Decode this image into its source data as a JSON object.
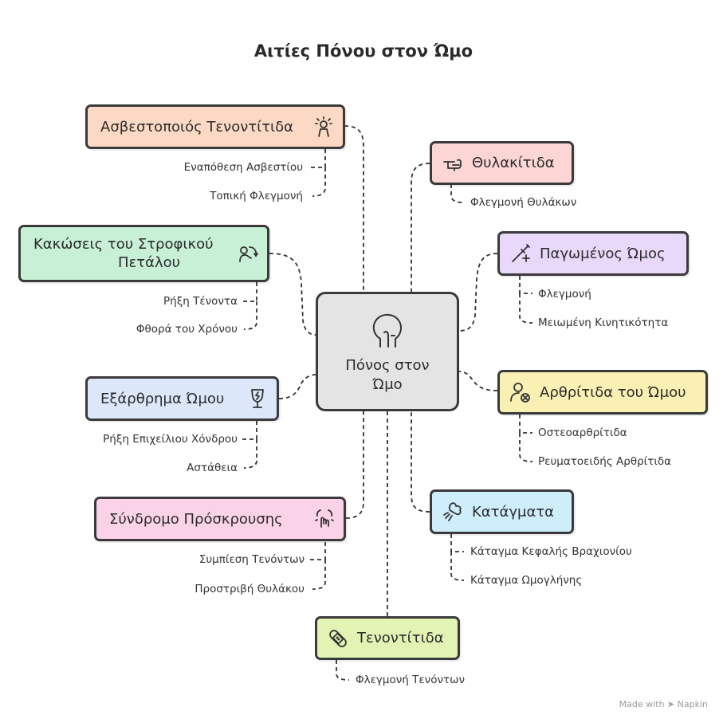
{
  "title": "Αιτίες Πόνου στον Ώμο",
  "center": {
    "label_line1": "Πόνος στον",
    "label_line2": "Ώμο",
    "icon": "head-profile-icon"
  },
  "left_branches": [
    {
      "label": "Ασβεστοποιός Τενοντίτιδα",
      "icon": "person-pain-icon",
      "color": "#fcd9c4",
      "subitems": [
        "Εναπόθεση Ασβεστίου",
        "Τοπική Φλεγμονή"
      ]
    },
    {
      "label_line1": "Κακώσεις του Στροφικού",
      "label_line2": "Πετάλου",
      "icon": "rotating-shoulder-icon",
      "color": "#c7f0d6",
      "subitems": [
        "Ρήξη Τένοντα",
        "Φθορά του Χρόνου"
      ]
    },
    {
      "label": "Εξάρθρημα Ώμου",
      "icon": "broken-glass-icon",
      "color": "#dce7fa",
      "subitems": [
        "Ρήξη Επιχείλιου Χόνδρου",
        "Αστάθεια"
      ]
    },
    {
      "label": "Σύνδρομο Πρόσκρουσης",
      "icon": "impact-hand-icon",
      "color": "#fbd3e8",
      "subitems": [
        "Συμπίεση Τενόντων",
        "Προστριβή Θυλάκου"
      ]
    }
  ],
  "right_branches": [
    {
      "label": "Θυλακίτιδα",
      "icon": "pointing-hand-icon",
      "color": "#fbd6d4",
      "subitems": [
        "Φλεγμονή Θυλάκων"
      ]
    },
    {
      "label": "Παγωμένος Ώμος",
      "icon": "syringe-icon",
      "color": "#e8d8fa",
      "subitems": [
        "Φλεγμονή",
        "Μειωμένη Κινητικότητα"
      ]
    },
    {
      "label": "Αρθρίτιδα του Ώμου",
      "icon": "person-cancel-icon",
      "color": "#fbf0b4",
      "subitems": [
        "Οστεοαρθρίτιδα",
        "Ρευματοειδής Αρθρίτιδα"
      ]
    },
    {
      "label": "Κατάγματα",
      "icon": "fracture-icon",
      "color": "#cfeefc",
      "subitems": [
        "Κάταγμα Κεφαλής Βραχιονίου",
        "Κάταγμα Ωμογλήνης"
      ]
    }
  ],
  "bottom_branch": {
    "label": "Τενοντίτιδα",
    "icon": "bandage-icon",
    "color": "#e2f3b4",
    "subitems": [
      "Φλεγμονή Τενόντων"
    ]
  },
  "footer": "Made with ➤ Napkin"
}
